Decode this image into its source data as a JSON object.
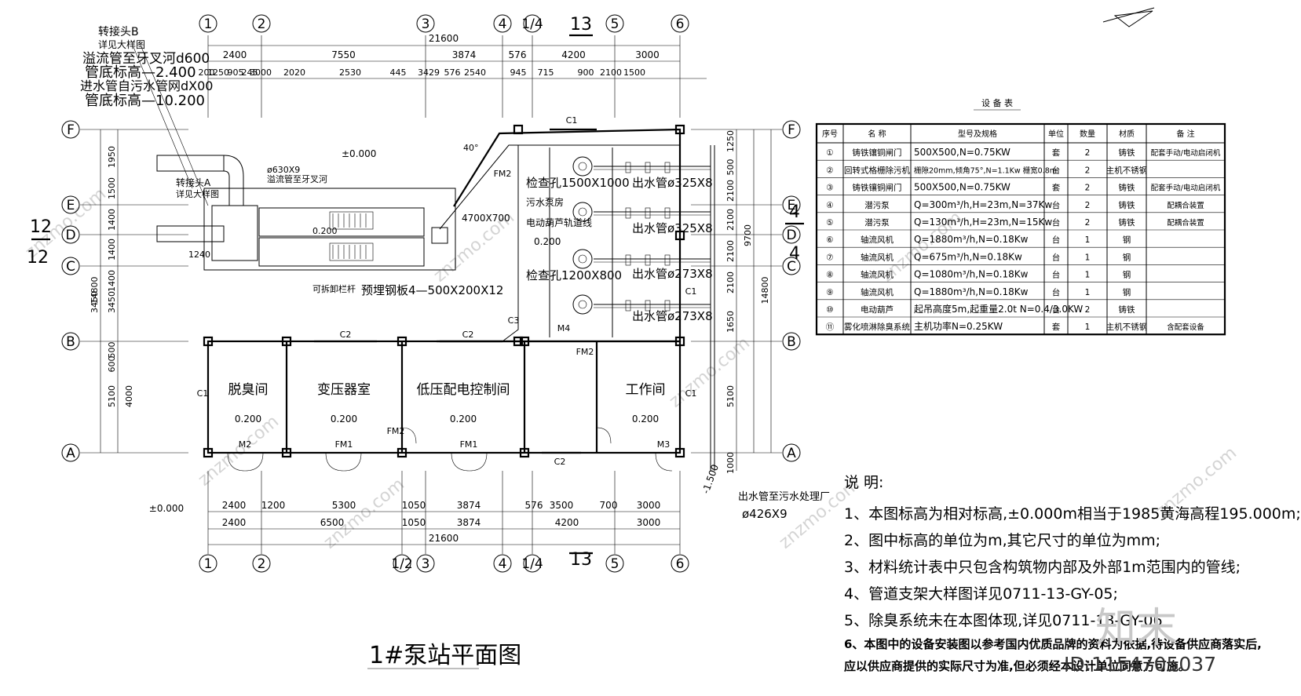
{
  "drawing": {
    "title": "1#泵站平面图",
    "axes_top": [
      "1",
      "2",
      "3",
      "4",
      "1/4",
      "5",
      "6"
    ],
    "axes_bottom": [
      "1",
      "2",
      "1/2",
      "3",
      "4",
      "1/4",
      "5",
      "6"
    ],
    "axes_rows": [
      "F",
      "E",
      "D",
      "C",
      "B",
      "A"
    ],
    "section_labels": [
      "13",
      "13",
      "12",
      "12",
      "4",
      "4"
    ],
    "total_width": "21600",
    "top_dims_row1": [
      "2400",
      "7550",
      "3874",
      "576",
      "4200",
      "3000"
    ],
    "top_dims_row2": [
      "200",
      "1250",
      "905",
      "245",
      "3000",
      "2020",
      "2530",
      "445",
      "3429",
      "576",
      "2540",
      "945",
      "715",
      "900",
      "2100",
      "1500"
    ],
    "bottom_dims_row1": [
      "2400",
      "1200",
      "5300",
      "1050",
      "3874",
      "576",
      "3500",
      "700",
      "3000"
    ],
    "bottom_dims_row2": [
      "2400",
      "6500",
      "1050",
      "3874",
      "4200",
      "3000"
    ],
    "left_dims": [
      "1950",
      "1500",
      "1400",
      "1400",
      "1400",
      "14800",
      "3450",
      "3450",
      "500",
      "600",
      "5100",
      "4000"
    ],
    "right_dims": [
      "1250",
      "500",
      "2100",
      "2100",
      "2100",
      "2100",
      "1650",
      "9700",
      "14800",
      "5100",
      "1000"
    ],
    "rooms": [
      "脱臭间",
      "变压器室",
      "低压配电控制间",
      "工作间"
    ],
    "room_elevation": "0.200",
    "elevation_ground": "±0.000",
    "inlet_annotations": [
      "转接头B",
      "详见大样图",
      "溢流管至牙叉河d600",
      "管底标高—2.400",
      "进水管自污水管网dX00",
      "管底标高—10.200"
    ],
    "plan_labels": [
      "转接头A",
      "详见大样图",
      "ø630X9",
      "溢流管至牙叉河",
      "±0.000",
      "0.200",
      "可拆卸栏杆",
      "预埋钢板4—500X200X12",
      "4700X700",
      "检查孔1500X1000",
      "污水泵房",
      "电动葫芦轨道线",
      "0.200",
      "检查孔1200X800",
      "出水管ø325X8",
      "出水管ø325X8",
      "出水管ø273X8",
      "出水管ø273X8",
      "出水管至污水处理厂",
      "ø426X9",
      "-1.500",
      "1240",
      "40°"
    ],
    "door_marks": [
      "C1",
      "C2",
      "C2",
      "C3",
      "M4",
      "FM2",
      "FM2",
      "M2",
      "FM1",
      "FM1",
      "C2",
      "M3",
      "C1",
      "C1",
      "C1",
      "FM2"
    ]
  },
  "equipment_table": {
    "title": "设 备 表",
    "headers": [
      "序号",
      "名 称",
      "型号及规格",
      "单位",
      "数量",
      "材质",
      "备 注"
    ],
    "rows": [
      {
        "no": "①",
        "name": "铸铁镶铜闸门",
        "spec": "500X500,N=0.75KW",
        "unit": "套",
        "qty": "2",
        "mat": "铸铁",
        "note": "配套手动/电动启闭机"
      },
      {
        "no": "②",
        "name": "回转式格栅除污机",
        "spec": "栅隙20mm,倾角75°,N=1.1Kw 栅宽0.8m",
        "unit": "台",
        "qty": "2",
        "mat": "主机不锈钢",
        "note": ""
      },
      {
        "no": "③",
        "name": "铸铁镶铜闸门",
        "spec": "500X500,N=0.75KW",
        "unit": "套",
        "qty": "2",
        "mat": "铸铁",
        "note": "配套手动/电动启闭机"
      },
      {
        "no": "④",
        "name": "潜污泵",
        "spec": "Q=300m³/h,H=23m,N=37Kw",
        "unit": "台",
        "qty": "2",
        "mat": "铸铁",
        "note": "配耦合装置"
      },
      {
        "no": "⑤",
        "name": "潜污泵",
        "spec": "Q=130m³/h,H=23m,N=15Kw",
        "unit": "台",
        "qty": "2",
        "mat": "铸铁",
        "note": "配耦合装置"
      },
      {
        "no": "⑥",
        "name": "轴流风机",
        "spec": "Q=1880m³/h,N=0.18Kw",
        "unit": "台",
        "qty": "1",
        "mat": "钢",
        "note": ""
      },
      {
        "no": "⑦",
        "name": "轴流风机",
        "spec": "Q=675m³/h,N=0.18Kw",
        "unit": "台",
        "qty": "1",
        "mat": "钢",
        "note": ""
      },
      {
        "no": "⑧",
        "name": "轴流风机",
        "spec": "Q=1080m³/h,N=0.18Kw",
        "unit": "台",
        "qty": "1",
        "mat": "钢",
        "note": ""
      },
      {
        "no": "⑨",
        "name": "轴流风机",
        "spec": "Q=1880m³/h,N=0.18Kw",
        "unit": "台",
        "qty": "1",
        "mat": "钢",
        "note": ""
      },
      {
        "no": "⑩",
        "name": "电动葫芦",
        "spec": "起吊高度5m,起重量2.0t N=0.4/3.0KW",
        "unit": "台",
        "qty": "2",
        "mat": "铸铁",
        "note": ""
      },
      {
        "no": "⑪",
        "name": "雾化喷淋除臭系统",
        "spec": "主机功率N=0.25KW",
        "unit": "套",
        "qty": "1",
        "mat": "主机不锈钢",
        "note": "含配套设备"
      }
    ]
  },
  "notes": {
    "heading": "说    明:",
    "items": [
      "1、本图标高为相对标高,±0.000m相当于1985黄海高程195.000m;",
      "2、图中标高的单位为m,其它尺寸的单位为mm;",
      "3、材料统计表中只包含构筑物内部及外部1m范围内的管线;",
      "4、管道支架大样图详见0711-13-GY-05;",
      "5、除臭系统未在本图体现,详见0711-13-GY-06",
      "6、本图中的设备安装图以参考国内优质品牌的资料为依据,待设备供应商落实后,",
      "应以供应商提供的实际尺寸为准,但必须经本设计单位同意方可施。"
    ]
  },
  "watermark": {
    "logo": "知末",
    "id": "ID:1154705037",
    "site": "znzmo.com"
  }
}
